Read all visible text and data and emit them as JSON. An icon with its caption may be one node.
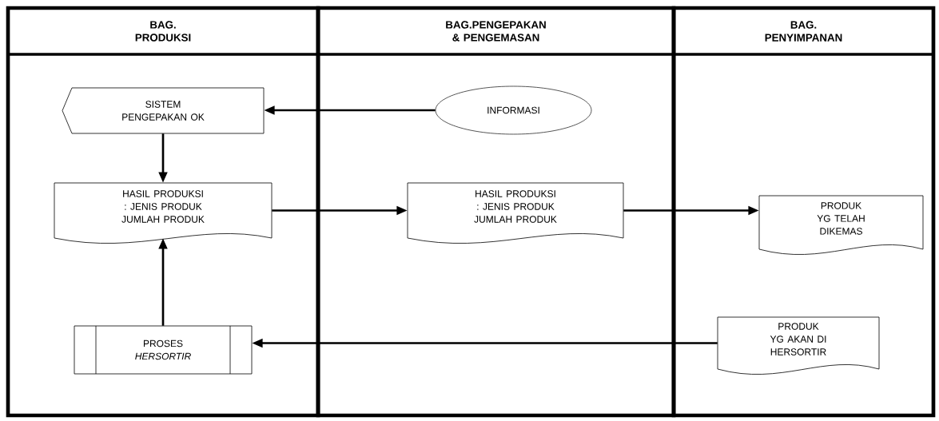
{
  "diagram": {
    "nodes": [
      {
        "text": [
          "BAG. PRODUKSI"
        ]
      },
      {
        "text": [
          "BAG.PENGEPAKAN & PENGEMASAN"
        ]
      },
      {
        "text": [
          "BAG. PENYIMPANAN"
        ]
      },
      {
        "text": [
          "SISTEM PENGEPAKAN OK"
        ],
        "in": 0
      },
      {
        "text": [
          "INFORMASI"
        ],
        "in": 1
      },
      {
        "text": [
          "HASIL PRODUKSI : JENIS PRODUK JUMLAH PRODUK"
        ],
        "in": 0
      },
      {
        "text": [
          "HASIL PRODUKSI : JENIS PRODUK JUMLAH PRODUK"
        ],
        "in": 1
      },
      {
        "text": [
          "PRODUK YG TELAH DIKEMAS"
        ],
        "in": 2
      },
      {
        "text": [
          "PROSES *HERSORTIR*"
        ],
        "in": 0
      },
      {
        "text": [
          "PRODUK YG AKAN DI HERSORTIR"
        ],
        "in": 2
      }
    ],
    "edges": [
      {
        "from": 4,
        "to": 3,
        "arrow": "to"
      },
      {
        "from": 3,
        "to": 5,
        "arrow": "to"
      },
      {
        "from": 5,
        "to": 6,
        "arrow": "to"
      },
      {
        "from": 6,
        "to": 7,
        "arrow": "to"
      },
      {
        "from": 8,
        "to": 5,
        "arrow": "to"
      },
      {
        "from": 9,
        "to": 8,
        "arrow": "to"
      }
    ]
  }
}
